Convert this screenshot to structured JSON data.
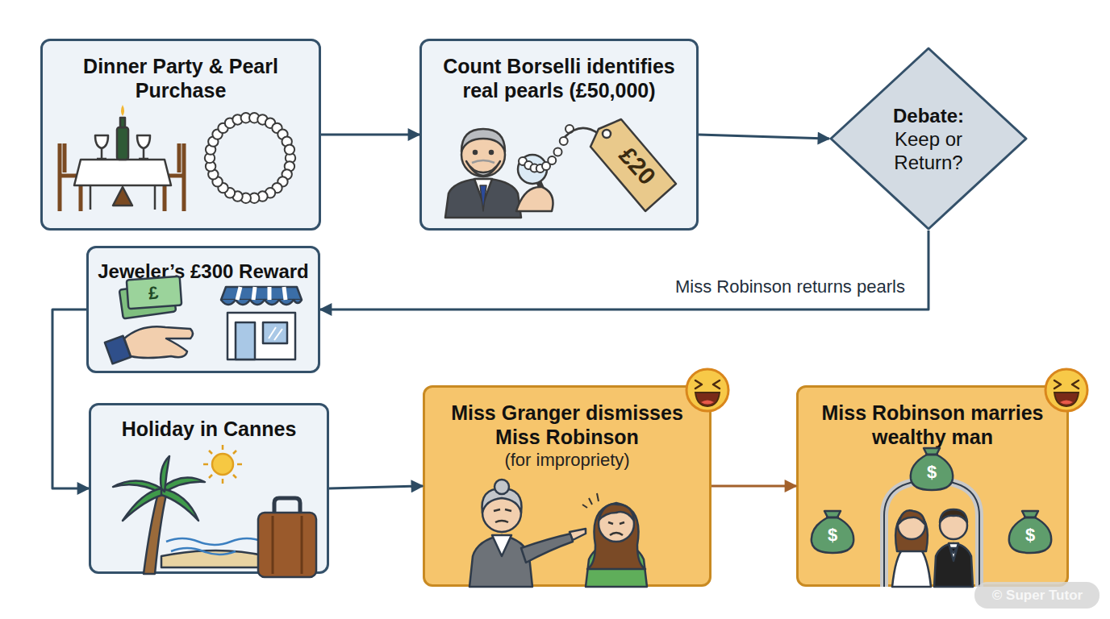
{
  "diagram": {
    "nodes": [
      {
        "text": [
          "Dinner Party & Pearl Purchase"
        ]
      },
      {
        "text": [
          "Count Borselli identifies real pearls (£50,000)"
        ]
      },
      {
        "text": [
          "Debate:",
          "Keep or Return?"
        ]
      },
      {
        "text": [
          "Jeweler’s £300 Reward"
        ]
      },
      {
        "text": [
          "Holiday in Cannes"
        ]
      },
      {
        "text": [
          "Miss Granger dismisses Miss Robinson",
          "(for impropriety)"
        ]
      },
      {
        "text": [
          "Miss Robinson marries wealthy man"
        ]
      }
    ],
    "edges": [
      {
        "from": 0,
        "to": 1,
        "arrow": "to"
      },
      {
        "from": 1,
        "to": 2,
        "arrow": "to"
      },
      {
        "from": 2,
        "to": 3,
        "label": "Miss Robinson returns pearls",
        "arrow": "to"
      },
      {
        "from": 3,
        "to": 4,
        "arrow": "to"
      },
      {
        "from": 4,
        "to": 5,
        "arrow": "to"
      },
      {
        "from": 5,
        "to": 6,
        "arrow": "to"
      }
    ],
    "labels": [
      "£20",
      "£",
      "$",
      "$",
      "$",
      "© Super Tutor"
    ]
  }
}
